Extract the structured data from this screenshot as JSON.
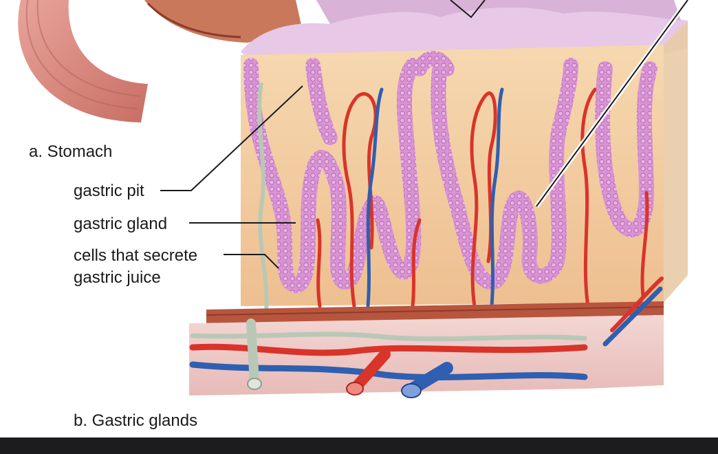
{
  "figure": {
    "stomach_label": "a. Stomach",
    "glands_label": "b. Gastric glands"
  },
  "labels": {
    "gastric_pit": "gastric pit",
    "gastric_gland": "gastric gland",
    "cells_line1": "cells that secrete",
    "cells_line2": "gastric juice"
  },
  "colors": {
    "background": "#ffffff",
    "epithelium": "#d98fd3",
    "lamina": "#f3c99a",
    "artery": "#d9342a",
    "vein": "#2f5fb0",
    "lymph": "#b9c8b6",
    "muscle": "#b8553e",
    "bottom_bar": "#1c1c1e"
  }
}
